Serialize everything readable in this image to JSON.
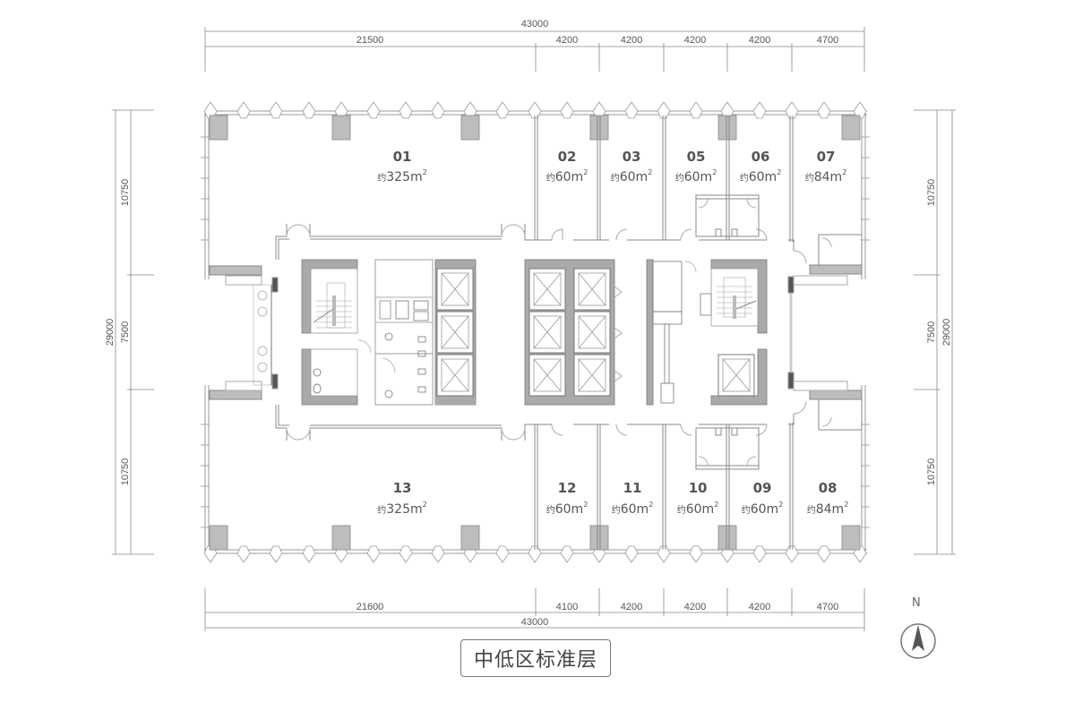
{
  "title": "中低区标准层",
  "north_label": "N",
  "dimensions": {
    "top_total": "43000",
    "top_segments": [
      "21500",
      "4200",
      "4200",
      "4200",
      "4200",
      "4700"
    ],
    "bottom_total": "43000",
    "bottom_segments": [
      "21600",
      "4100",
      "4200",
      "4200",
      "4200",
      "4700"
    ],
    "left_total": "29000",
    "left_segments": [
      "10750",
      "7500",
      "10750"
    ],
    "right_total": "29000",
    "right_segments": [
      "10750",
      "7500",
      "10750"
    ]
  },
  "rooms": {
    "r01": {
      "number": "01",
      "prefix": "约",
      "area": "325",
      "unit": "m",
      "sup": "2"
    },
    "r02": {
      "number": "02",
      "prefix": "约",
      "area": "60",
      "unit": "m",
      "sup": "2"
    },
    "r03": {
      "number": "03",
      "prefix": "约",
      "area": "60",
      "unit": "m",
      "sup": "2"
    },
    "r05": {
      "number": "05",
      "prefix": "约",
      "area": "60",
      "unit": "m",
      "sup": "2"
    },
    "r06": {
      "number": "06",
      "prefix": "约",
      "area": "60",
      "unit": "m",
      "sup": "2"
    },
    "r07": {
      "number": "07",
      "prefix": "约",
      "area": "84",
      "unit": "m",
      "sup": "2"
    },
    "r08": {
      "number": "08",
      "prefix": "约",
      "area": "84",
      "unit": "m",
      "sup": "2"
    },
    "r09": {
      "number": "09",
      "prefix": "约",
      "area": "60",
      "unit": "m",
      "sup": "2"
    },
    "r10": {
      "number": "10",
      "prefix": "约",
      "area": "60",
      "unit": "m",
      "sup": "2"
    },
    "r11": {
      "number": "11",
      "prefix": "约",
      "area": "60",
      "unit": "m",
      "sup": "2"
    },
    "r12": {
      "number": "12",
      "prefix": "约",
      "area": "60",
      "unit": "m",
      "sup": "2"
    },
    "r13": {
      "number": "13",
      "prefix": "约",
      "area": "325",
      "unit": "m",
      "sup": "2"
    }
  },
  "colors": {
    "wall": "#999999",
    "column": "#bdbdbd",
    "core_wall": "#a8a8a8",
    "line": "#888888",
    "text": "#555555"
  }
}
